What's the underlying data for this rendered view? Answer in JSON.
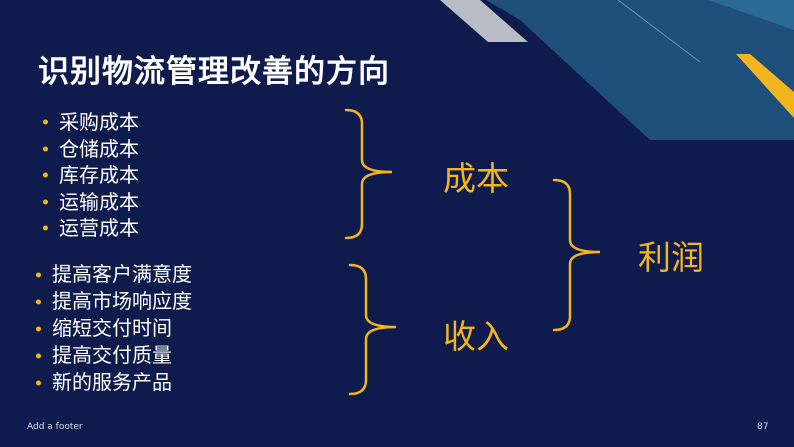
{
  "title": "识别物流管理改善的方向",
  "cost_items": [
    "采购成本",
    "仓储成本",
    "库存成本",
    "运输成本",
    "运营成本"
  ],
  "revenue_items": [
    "提高客户满意度",
    "提高市场响应度",
    "缩短交付时间",
    "提高交付质量",
    "新的服务产品"
  ],
  "labels": {
    "cost": "成本",
    "revenue": "收入",
    "profit": "利润"
  },
  "footer": "Add a footer",
  "page_number": "87",
  "colors": {
    "background": "#0f1b4c",
    "accent": "#f2b51d",
    "stripe_dark": "#1d4f7a",
    "stripe_gray": "#b8bcc4"
  }
}
